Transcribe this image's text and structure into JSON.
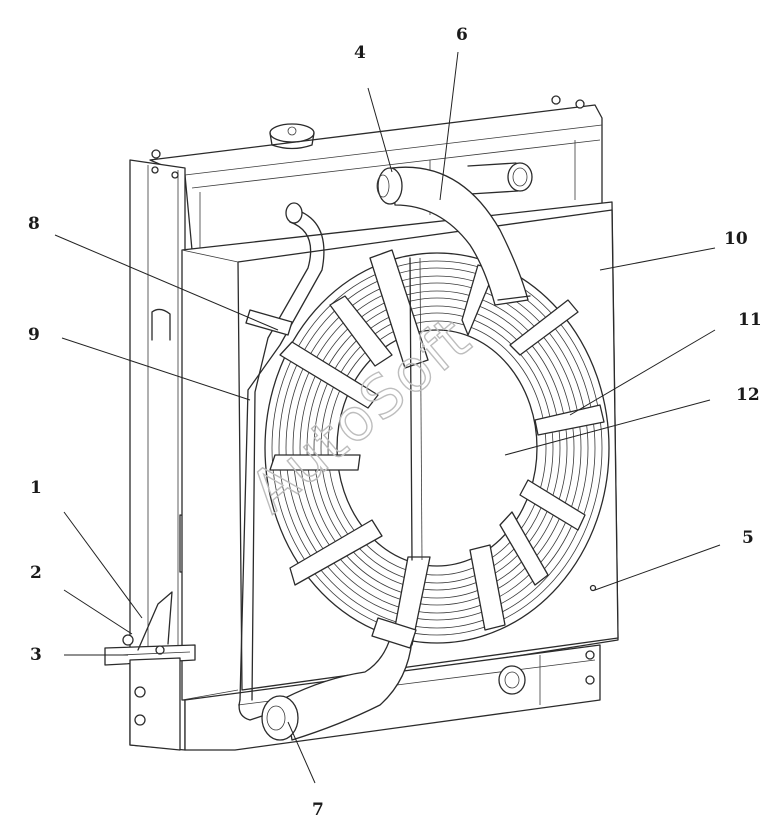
{
  "diagram": {
    "callouts": [
      {
        "id": "c1",
        "label": "1"
      },
      {
        "id": "c2",
        "label": "2"
      },
      {
        "id": "c3",
        "label": "3"
      },
      {
        "id": "c4",
        "label": "4"
      },
      {
        "id": "c5",
        "label": "5"
      },
      {
        "id": "c6",
        "label": "6"
      },
      {
        "id": "c7",
        "label": "7"
      },
      {
        "id": "c8",
        "label": "8"
      },
      {
        "id": "c9",
        "label": "9"
      },
      {
        "id": "c10",
        "label": "10"
      },
      {
        "id": "c11",
        "label": "11"
      },
      {
        "id": "c12",
        "label": "12"
      }
    ],
    "watermark": "AutoSoft"
  }
}
